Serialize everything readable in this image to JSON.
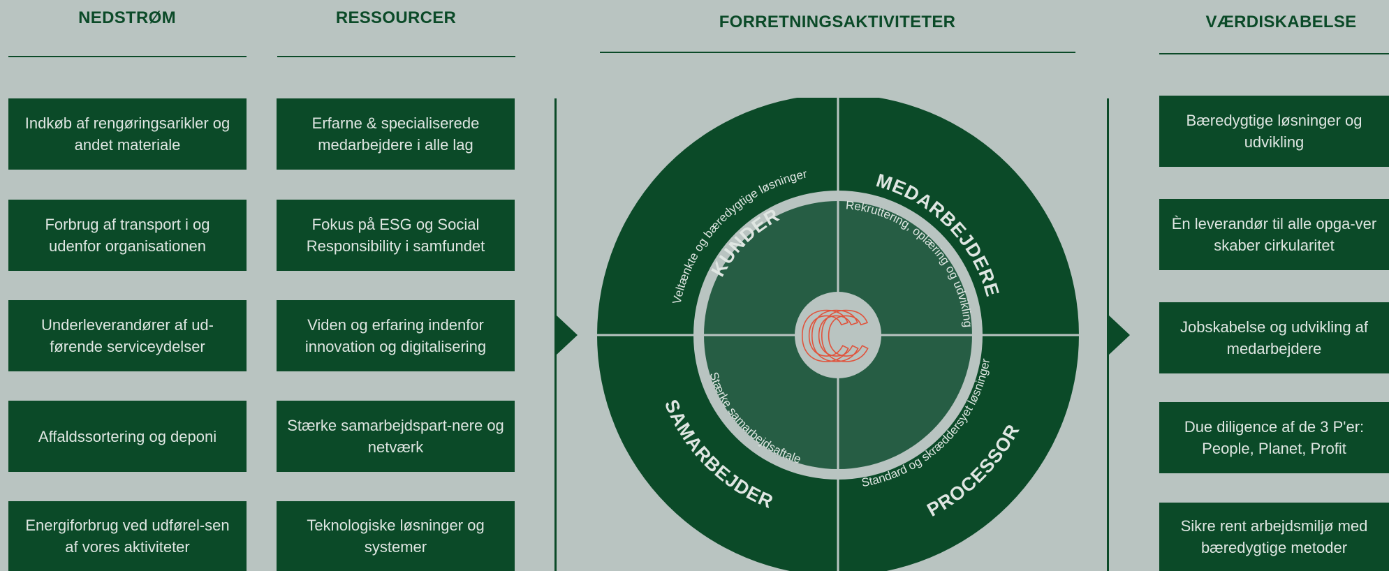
{
  "headers": {
    "nedstroem": "NEDSTRØM",
    "ressourcer": "RESSOURCER",
    "forretning": "FORRETNINGSAKTIVITETER",
    "vaerdi": "VÆRDISKABELSE"
  },
  "nedstroem": [
    "Indkøb af rengøringsarikler og andet materiale",
    "Forbrug af transport i og udenfor organisationen",
    "Underleverandører af ud-førende serviceydelser",
    "Affaldssortering og deponi",
    "Energiforbrug ved udførel-sen af vores aktiviteter"
  ],
  "ressourcer": [
    "Erfarne & specialiserede medarbejdere i alle lag",
    "Fokus på ESG og Social Responsibility i samfundet",
    "Viden og erfaring indenfor innovation og digitalisering",
    "Stærke samarbejdspart-nere og netværk",
    "Teknologiske løsninger og systemer"
  ],
  "vaerdi": [
    "Bæredygtige løsninger og udvikling",
    "Èn leverandør til alle opga-ver skaber cirkularitet",
    "Jobskabelse og udvikling af medarbejdere",
    "Due diligence af de 3 P'er: People, Planet, Profit",
    "Sikre rent arbejdsmiljø med bæredygtige metoder"
  ],
  "wheel": {
    "kunder": {
      "title": "KUNDER",
      "sub": "Veltænkte og bæredygtige løsninger"
    },
    "medarbejdere": {
      "title": "MEDARBEJDERE",
      "sub": "Rekruttering, oplæring og udvikling"
    },
    "samarbejder": {
      "title": "SAMARBEJDER",
      "sub": "Stærke samarbejdsaftale"
    },
    "processor": {
      "title": "PROCESSOR",
      "sub": "Standard og skræddersyet løsninger"
    },
    "logo_letter": "C"
  },
  "colors": {
    "background": "#b9c4c1",
    "dark_green": "#0b4a28",
    "inner_green": "#265d44",
    "logo_red": "#e0533c",
    "text_light": "#dfe6e2"
  }
}
